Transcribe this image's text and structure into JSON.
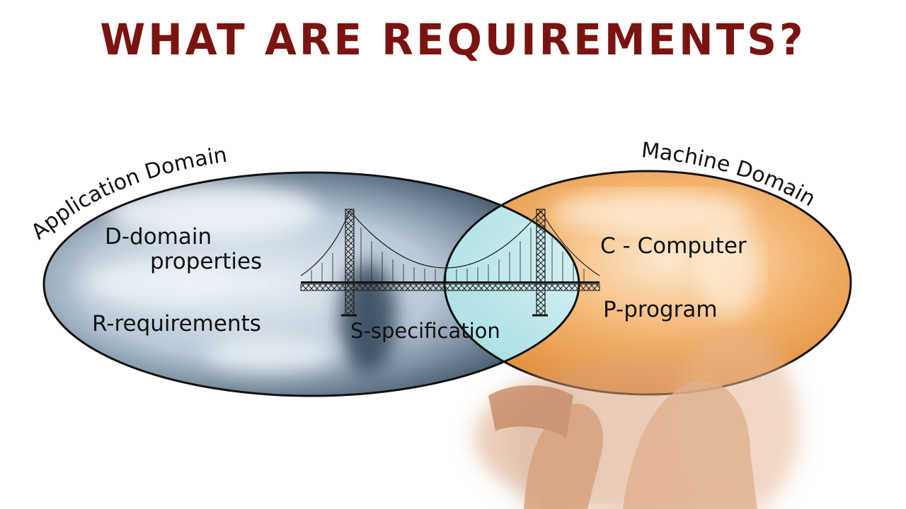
{
  "title": "WHAT ARE REQUIREMENTS?",
  "diagram": {
    "type": "venn",
    "left_set": {
      "label": "Application Domain",
      "items": [
        {
          "line1": "D-domain",
          "line2": "properties"
        },
        {
          "line1": "R-requirements"
        }
      ],
      "color": "#4a5d72",
      "highlight": "#d6e2ec"
    },
    "right_set": {
      "label": "Machine Domain",
      "items": [
        {
          "line1": "C - Computer"
        },
        {
          "line1": "P-program"
        }
      ],
      "color": "#e8953e",
      "highlight": "#fbe3c4"
    },
    "intersection": {
      "label": "S-specification",
      "illustration": "suspension-bridge",
      "color": "#bfe6ea"
    }
  },
  "colors": {
    "title": "#7a1410",
    "outline": "#111111"
  }
}
